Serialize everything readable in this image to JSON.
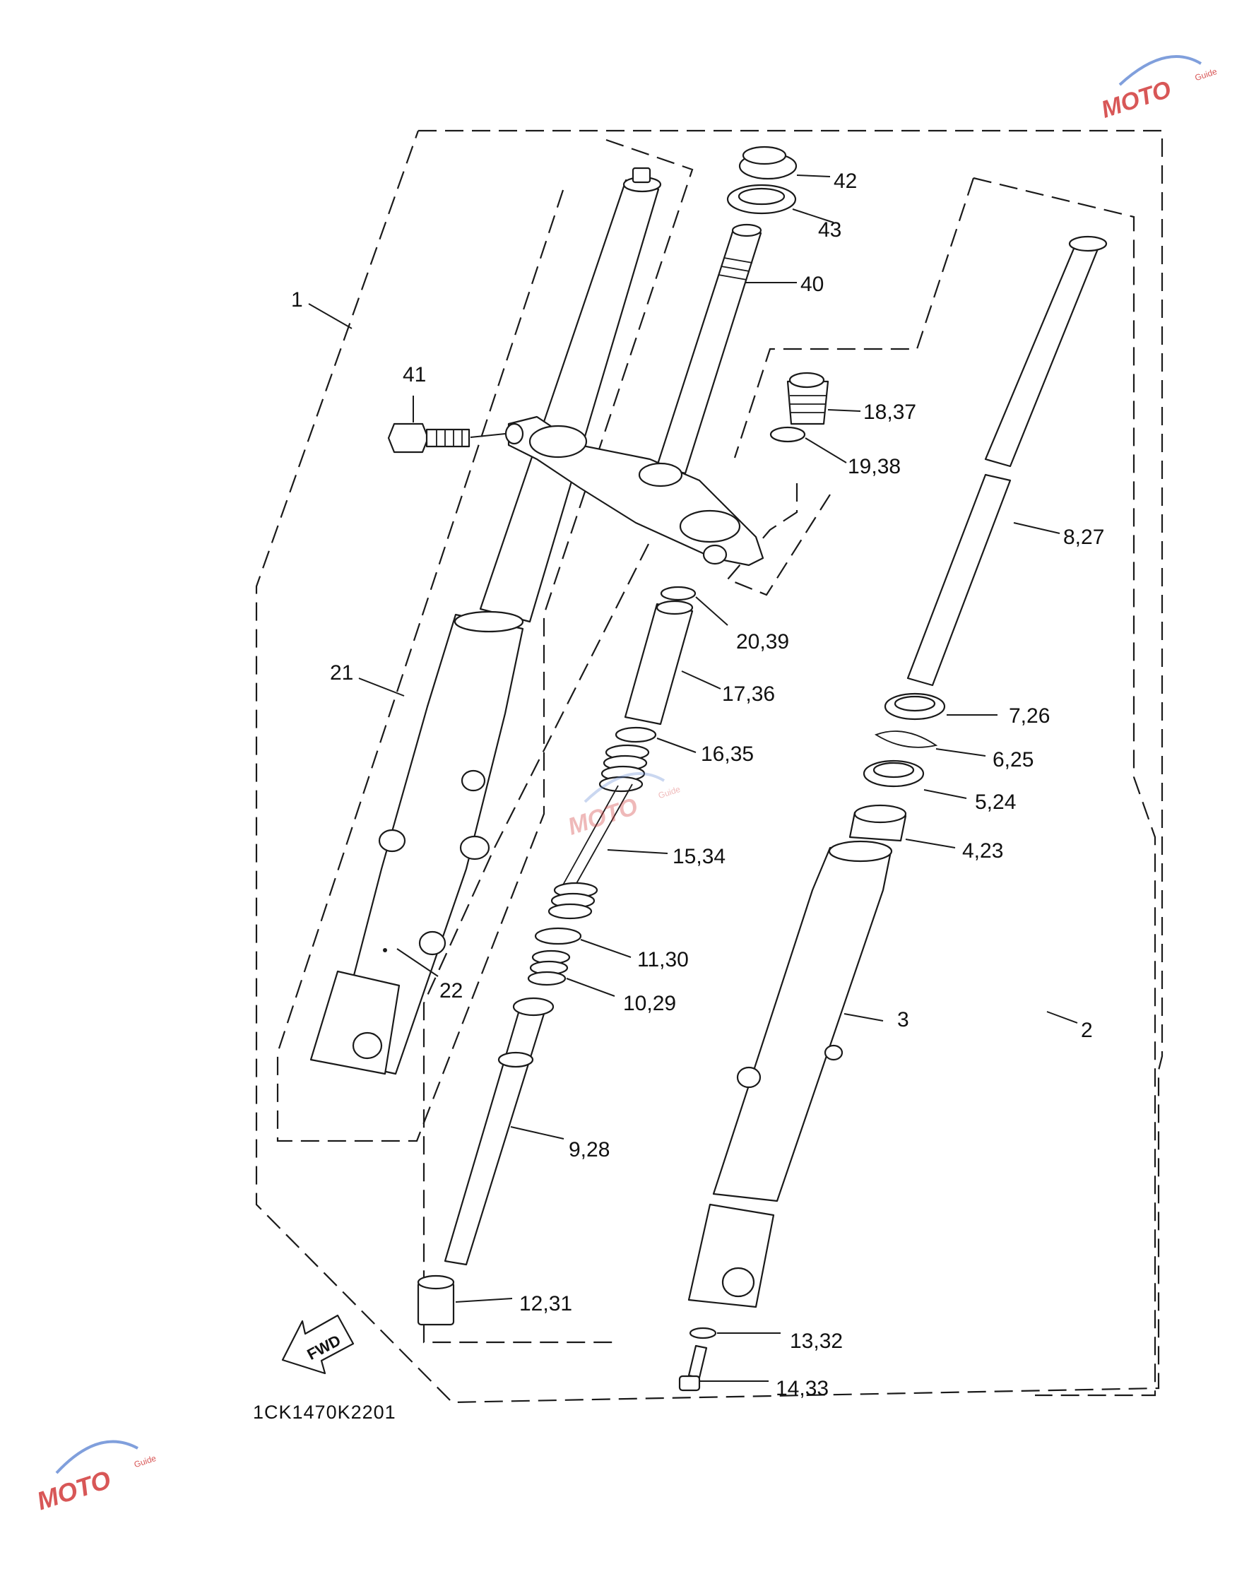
{
  "diagram_code": "1CK1470K2201",
  "fwd_label": "FWD",
  "watermark": {
    "brand": "MOTO",
    "sub": "Guide",
    "color": "#d23a3a"
  },
  "callouts": [
    {
      "id": "c1",
      "text": "1"
    },
    {
      "id": "c2",
      "text": "2"
    },
    {
      "id": "c3",
      "text": "3"
    },
    {
      "id": "c21",
      "text": "21"
    },
    {
      "id": "c22",
      "text": "22"
    },
    {
      "id": "c40",
      "text": "40"
    },
    {
      "id": "c41",
      "text": "41"
    },
    {
      "id": "c42",
      "text": "42"
    },
    {
      "id": "c43",
      "text": "43"
    },
    {
      "id": "c18",
      "text": "18,37"
    },
    {
      "id": "c19",
      "text": "19,38"
    },
    {
      "id": "c8",
      "text": "8,27"
    },
    {
      "id": "c20",
      "text": "20,39"
    },
    {
      "id": "c17",
      "text": "17,36"
    },
    {
      "id": "c16",
      "text": "16,35"
    },
    {
      "id": "c7",
      "text": "7,26"
    },
    {
      "id": "c6",
      "text": "6,25"
    },
    {
      "id": "c5",
      "text": "5,24"
    },
    {
      "id": "c4",
      "text": "4,23"
    },
    {
      "id": "c15",
      "text": "15,34"
    },
    {
      "id": "c11",
      "text": "11,30"
    },
    {
      "id": "c10",
      "text": "10,29"
    },
    {
      "id": "c9",
      "text": "9,28"
    },
    {
      "id": "c12",
      "text": "12,31"
    },
    {
      "id": "c13",
      "text": "13,32"
    },
    {
      "id": "c14",
      "text": "14,33"
    }
  ]
}
